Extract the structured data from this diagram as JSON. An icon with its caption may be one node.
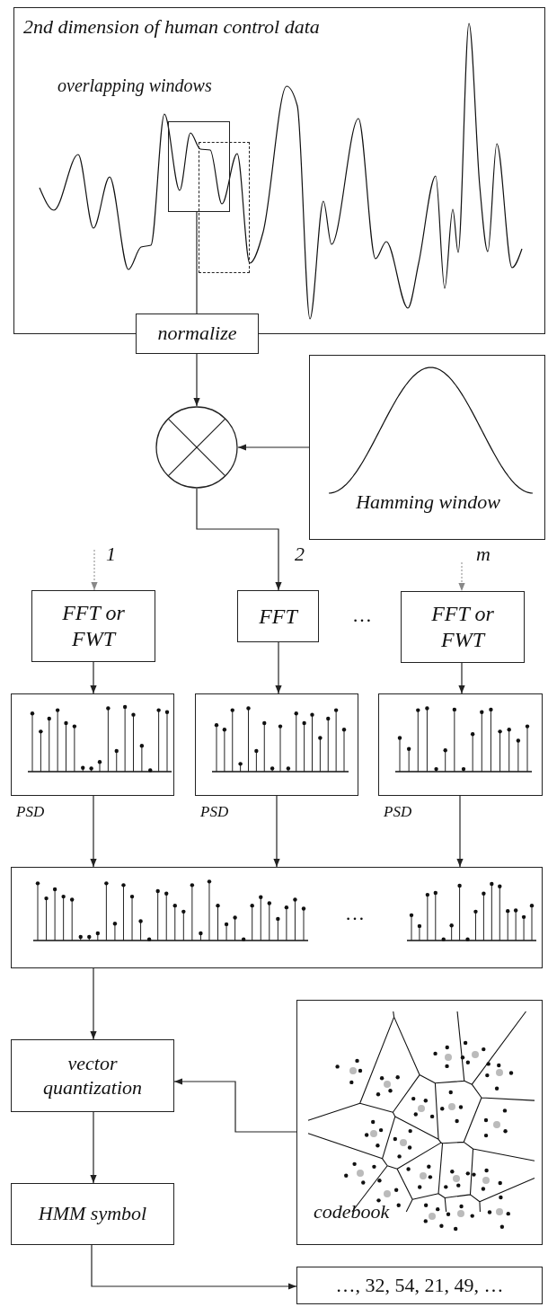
{
  "diagram": {
    "nodes": [
      {
        "text": [
          "2nd dimension of human control data",
          "overlapping windows"
        ]
      },
      {
        "text": [],
        "shape": "box",
        "in": 0
      },
      {
        "text": [],
        "shape": "box",
        "in": 0
      },
      {
        "text": [
          "normalize"
        ]
      },
      {
        "text": [],
        "shape": "circle"
      },
      {
        "text": [
          "Hamming window"
        ]
      },
      {
        "text": [
          "FFT or FWT"
        ]
      },
      {
        "text": [
          "FFT"
        ]
      },
      {
        "text": [
          "FFT or FWT"
        ]
      },
      {
        "text": [],
        "shape": "picture",
        "beside": [
          "PSD"
        ]
      },
      {
        "text": [],
        "shape": "picture",
        "beside": [
          "PSD"
        ]
      },
      {
        "text": [],
        "shape": "picture",
        "beside": [
          "PSD"
        ]
      },
      {
        "text": [],
        "shape": "picture"
      },
      {
        "text": [
          "vector quantization"
        ]
      },
      {
        "text": [
          "codebook"
        ]
      },
      {
        "text": [
          "HMM symbol"
        ]
      },
      {
        "text": [
          "…, 32, 54, 21, 49, …"
        ]
      }
    ],
    "edges": [
      {
        "from": 1,
        "to": 3,
        "arrow": "none"
      },
      {
        "from": 3,
        "to": 4,
        "arrow": "to"
      },
      {
        "from": 5,
        "to": 4,
        "arrow": "to"
      },
      {
        "from": null,
        "to": 6,
        "arrow": "to",
        "label": "1",
        "style": "dashed",
        "color": "#888888"
      },
      {
        "from": 4,
        "to": 7,
        "arrow": "to",
        "label": "2"
      },
      {
        "from": null,
        "to": 8,
        "arrow": "to",
        "label": "m",
        "style": "dashed",
        "color": "#888888"
      },
      {
        "from": 6,
        "to": 9,
        "arrow": "to"
      },
      {
        "from": 7,
        "to": 10,
        "arrow": "to"
      },
      {
        "from": 8,
        "to": 11,
        "arrow": "to"
      },
      {
        "from": 9,
        "to": 12,
        "arrow": "to"
      },
      {
        "from": 10,
        "to": 12,
        "arrow": "to"
      },
      {
        "from": 11,
        "to": 12,
        "arrow": "to"
      },
      {
        "from": 12,
        "to": 13,
        "arrow": "to"
      },
      {
        "from": 14,
        "to": 13,
        "arrow": "to"
      },
      {
        "from": 13,
        "to": 15,
        "arrow": "to"
      },
      {
        "from": 15,
        "to": 16,
        "arrow": "to"
      }
    ],
    "labels": [
      "…",
      "…"
    ]
  }
}
